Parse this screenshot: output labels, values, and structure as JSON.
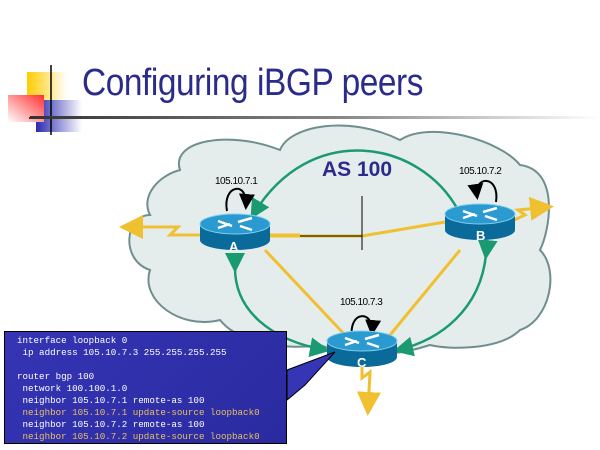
{
  "slide": {
    "title": "Configuring iBGP peers"
  },
  "diagram": {
    "as_label": "AS 100",
    "routers": [
      {
        "name": "A",
        "loopback": "105.10.7.1"
      },
      {
        "name": "B",
        "loopback": "105.10.7.2"
      },
      {
        "name": "C",
        "loopback": "105.10.7.3"
      }
    ],
    "colors": {
      "cloud_fill": "#e4ecec",
      "cloud_stroke": "#6f8f8f",
      "ibgp_arrow": "#1a9a70",
      "link": "#f0c030",
      "router_top": "#2a9ad0",
      "router_side": "#0a6a9a",
      "title": "#2b2b8c"
    }
  },
  "config": {
    "lines": [
      {
        "text": "interface loopback 0",
        "highlight": false
      },
      {
        "text": " ip address 105.10.7.3 255.255.255.255",
        "highlight": false
      },
      {
        "text": "",
        "highlight": false
      },
      {
        "text": "router bgp 100",
        "highlight": false
      },
      {
        "text": " network 100.100.1.0",
        "highlight": false
      },
      {
        "text": " neighbor 105.10.7.1 remote-as 100",
        "highlight": false
      },
      {
        "text": " neighbor 105.10.7.1 update-source loopback0",
        "highlight": true
      },
      {
        "text": " neighbor 105.10.7.2 remote-as 100",
        "highlight": false
      },
      {
        "text": " neighbor 105.10.7.2 update-source loopback0",
        "highlight": true
      }
    ]
  }
}
